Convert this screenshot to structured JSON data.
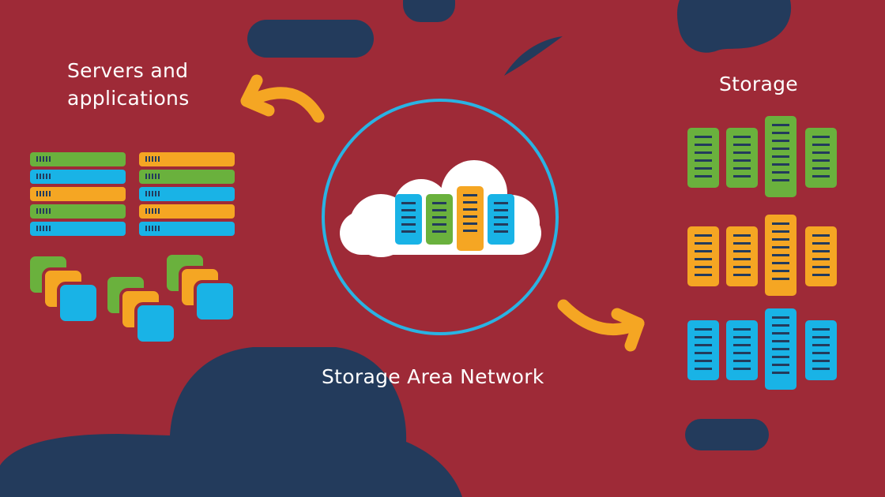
{
  "labels": {
    "servers": "Servers and\napplications",
    "storage": "Storage",
    "san": "Storage Area Network"
  },
  "colors": {
    "background": "#9e2a37",
    "blob": "#233b5c",
    "circle": "#29b3e3",
    "cloud": "#ffffff",
    "arrow": "#f5a623",
    "green": "#6ab13d",
    "blue": "#19b3e6",
    "orange": "#f5a623"
  },
  "icons": {
    "server_rack": "server-rack-icon",
    "storage_unit": "storage-unit-icon",
    "cloud": "cloud-icon",
    "application_stack": "app-stack-icon",
    "arrow": "curved-arrow-icon"
  }
}
